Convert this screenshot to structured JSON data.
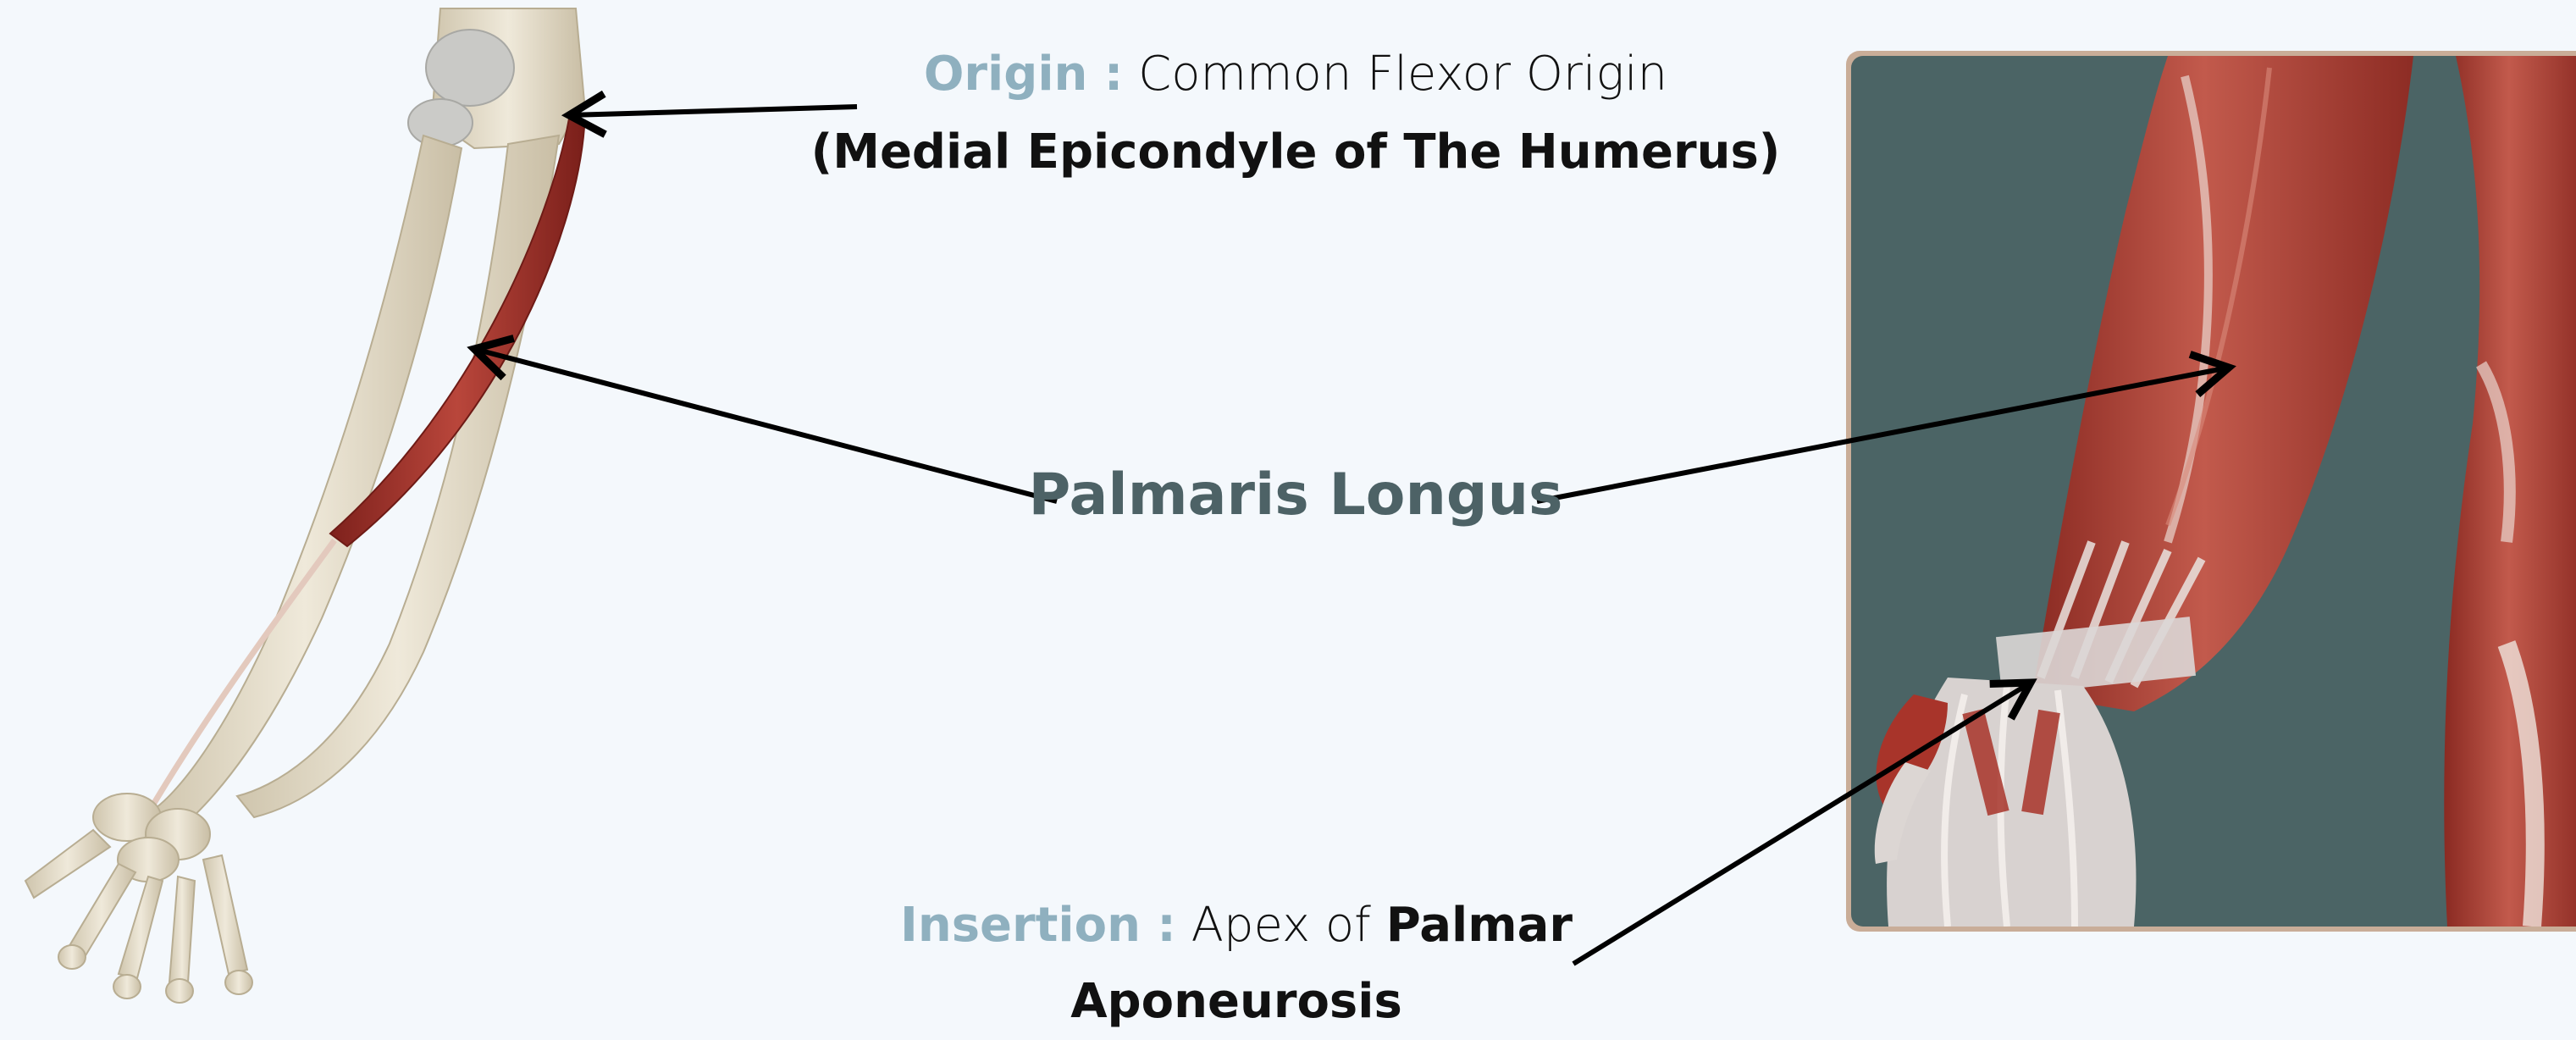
{
  "origin": {
    "label": "Origin :",
    "text": "Common Flexor Origin",
    "detail": "(Medial Epicondyle of The Humerus)"
  },
  "muscle": {
    "name": "Palmaris Longus"
  },
  "insertion": {
    "label": "Insertion :",
    "text_prefix": "Apex of",
    "text_bold_1": "Palmar",
    "text_bold_2": "Aponeurosis"
  },
  "colors": {
    "background": "#f4f8fc",
    "label_accent": "#8fb0bf",
    "title": "#4d6266",
    "muscle": "#a8332b",
    "bone": "#e8e0cc",
    "panel_bg": "#4b6465",
    "panel_border": "#c9ad98"
  },
  "icons": [
    "forearm-skeleton-illustration",
    "forearm-muscle-photo"
  ]
}
